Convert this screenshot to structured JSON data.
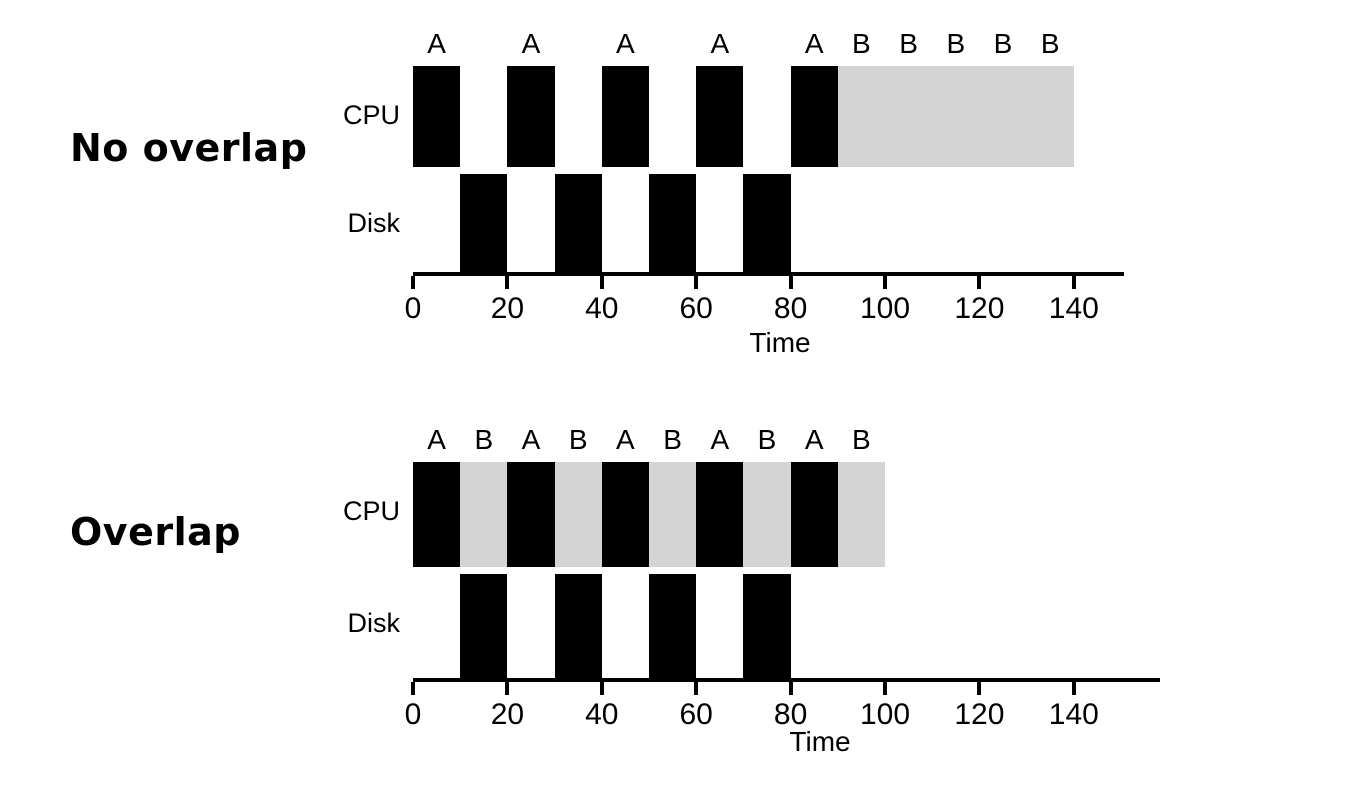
{
  "figure": {
    "background_color": "#ffffff",
    "busy_color": "#000000",
    "idle_color": "#d4d4d4"
  },
  "chart_data": [
    {
      "type": "bar",
      "title": "No overlap",
      "xlabel": "Time",
      "ylabel": "",
      "xlim": [
        0,
        145
      ],
      "ticks": [
        0,
        20,
        40,
        60,
        80,
        100,
        120,
        140
      ],
      "ticklabels": [
        "0",
        "20",
        "40",
        "60",
        "80",
        "100",
        "120",
        "140"
      ],
      "grid": false,
      "legend": "none",
      "rows": [
        {
          "name": "CPU",
          "segments": [
            {
              "label": "A",
              "start": 0,
              "end": 10,
              "state": "busy"
            },
            {
              "label": "",
              "start": 10,
              "end": 20,
              "state": "none"
            },
            {
              "label": "A",
              "start": 20,
              "end": 30,
              "state": "busy"
            },
            {
              "label": "",
              "start": 30,
              "end": 40,
              "state": "none"
            },
            {
              "label": "A",
              "start": 40,
              "end": 50,
              "state": "busy"
            },
            {
              "label": "",
              "start": 50,
              "end": 60,
              "state": "none"
            },
            {
              "label": "A",
              "start": 60,
              "end": 70,
              "state": "busy"
            },
            {
              "label": "",
              "start": 70,
              "end": 80,
              "state": "none"
            },
            {
              "label": "A",
              "start": 80,
              "end": 90,
              "state": "busy"
            },
            {
              "label": "B",
              "start": 90,
              "end": 100,
              "state": "idle"
            },
            {
              "label": "B",
              "start": 100,
              "end": 110,
              "state": "idle"
            },
            {
              "label": "B",
              "start": 110,
              "end": 120,
              "state": "idle"
            },
            {
              "label": "B",
              "start": 120,
              "end": 130,
              "state": "idle"
            },
            {
              "label": "B",
              "start": 130,
              "end": 140,
              "state": "idle"
            }
          ]
        },
        {
          "name": "Disk",
          "segments": [
            {
              "label": "",
              "start": 10,
              "end": 20,
              "state": "busy"
            },
            {
              "label": "",
              "start": 30,
              "end": 40,
              "state": "busy"
            },
            {
              "label": "",
              "start": 50,
              "end": 60,
              "state": "busy"
            },
            {
              "label": "",
              "start": 70,
              "end": 80,
              "state": "busy"
            }
          ]
        }
      ]
    },
    {
      "type": "bar",
      "title": "Overlap",
      "xlabel": "Time",
      "ylabel": "",
      "xlim": [
        0,
        150
      ],
      "ticks": [
        0,
        20,
        40,
        60,
        80,
        100,
        120,
        140
      ],
      "ticklabels": [
        "0",
        "20",
        "40",
        "60",
        "80",
        "100",
        "120",
        "140"
      ],
      "grid": false,
      "legend": "none",
      "rows": [
        {
          "name": "CPU",
          "segments": [
            {
              "label": "A",
              "start": 0,
              "end": 10,
              "state": "busy"
            },
            {
              "label": "B",
              "start": 10,
              "end": 20,
              "state": "idle"
            },
            {
              "label": "A",
              "start": 20,
              "end": 30,
              "state": "busy"
            },
            {
              "label": "B",
              "start": 30,
              "end": 40,
              "state": "idle"
            },
            {
              "label": "A",
              "start": 40,
              "end": 50,
              "state": "busy"
            },
            {
              "label": "B",
              "start": 50,
              "end": 60,
              "state": "idle"
            },
            {
              "label": "A",
              "start": 60,
              "end": 70,
              "state": "busy"
            },
            {
              "label": "B",
              "start": 70,
              "end": 80,
              "state": "idle"
            },
            {
              "label": "A",
              "start": 80,
              "end": 90,
              "state": "busy"
            },
            {
              "label": "B",
              "start": 90,
              "end": 100,
              "state": "idle"
            }
          ]
        },
        {
          "name": "Disk",
          "segments": [
            {
              "label": "",
              "start": 10,
              "end": 20,
              "state": "busy"
            },
            {
              "label": "",
              "start": 30,
              "end": 40,
              "state": "busy"
            },
            {
              "label": "",
              "start": 50,
              "end": 60,
              "state": "busy"
            },
            {
              "label": "",
              "start": 70,
              "end": 80,
              "state": "busy"
            }
          ]
        }
      ]
    }
  ],
  "charts": {
    "no_overlap": {
      "caption": "No overlap",
      "cpu_label": "CPU",
      "disk_label": "Disk",
      "axis_title": "Time"
    },
    "overlap": {
      "caption": "Overlap",
      "cpu_label": "CPU",
      "disk_label": "Disk",
      "axis_title": "Time"
    }
  }
}
